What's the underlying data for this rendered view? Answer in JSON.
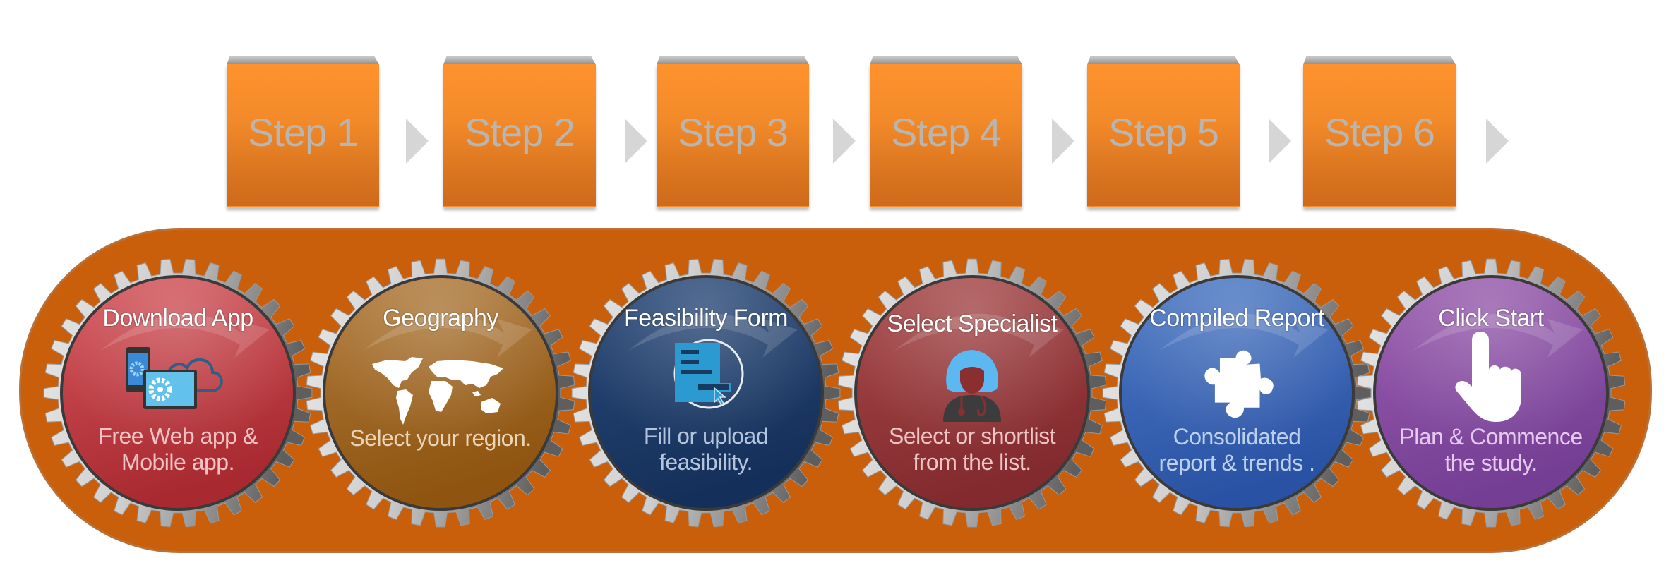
{
  "steps": [
    {
      "label": "Step 1"
    },
    {
      "label": "Step 2"
    },
    {
      "label": "Step 3"
    },
    {
      "label": "Step 4"
    },
    {
      "label": "Step 5"
    },
    {
      "label": "Step 6"
    }
  ],
  "gears": [
    {
      "title": "Download App",
      "line1": "Free Web app &",
      "line2": "Mobile app.",
      "icon": "devices-cloud-icon",
      "color_top": "#d4545a",
      "color_bottom": "#a82a30",
      "desc_color": "#f0c4c4"
    },
    {
      "title": "Geography",
      "line1": "Select your region.",
      "line2": "",
      "icon": "world-map-icon",
      "color_top": "#b07a3a",
      "color_bottom": "#8e5410",
      "desc_color": "#ead4b8"
    },
    {
      "title": "Feasibility Form",
      "line1": "Fill or upload",
      "line2": "feasibility.",
      "icon": "form-document-icon",
      "color_top": "#2a4a7a",
      "color_bottom": "#14305a",
      "desc_color": "#b4c4dc"
    },
    {
      "title": "Select Specialist",
      "line1": "Select or shortlist",
      "line2": "from the list.",
      "icon": "doctor-icon",
      "color_top": "#a84848",
      "color_bottom": "#822a2e",
      "desc_color": "#eec4c4"
    },
    {
      "title": "Compiled Report",
      "line1": "Consolidated",
      "line2": "report & trends .",
      "icon": "puzzle-piece-icon",
      "color_top": "#4a78c4",
      "color_bottom": "#2a52a4",
      "desc_color": "#bcd0ee"
    },
    {
      "title": "Click Start",
      "line1": "Plan & Commence",
      "line2": "the study.",
      "icon": "pointing-hand-icon",
      "color_top": "#9a5cae",
      "color_bottom": "#743e94",
      "desc_color": "#e4c8ee"
    }
  ],
  "colors": {
    "band": "#c95f0a",
    "step_orange": "#f28a2a",
    "gear_light": "#dcdcdc",
    "gear_dark": "#6e6e6e"
  }
}
